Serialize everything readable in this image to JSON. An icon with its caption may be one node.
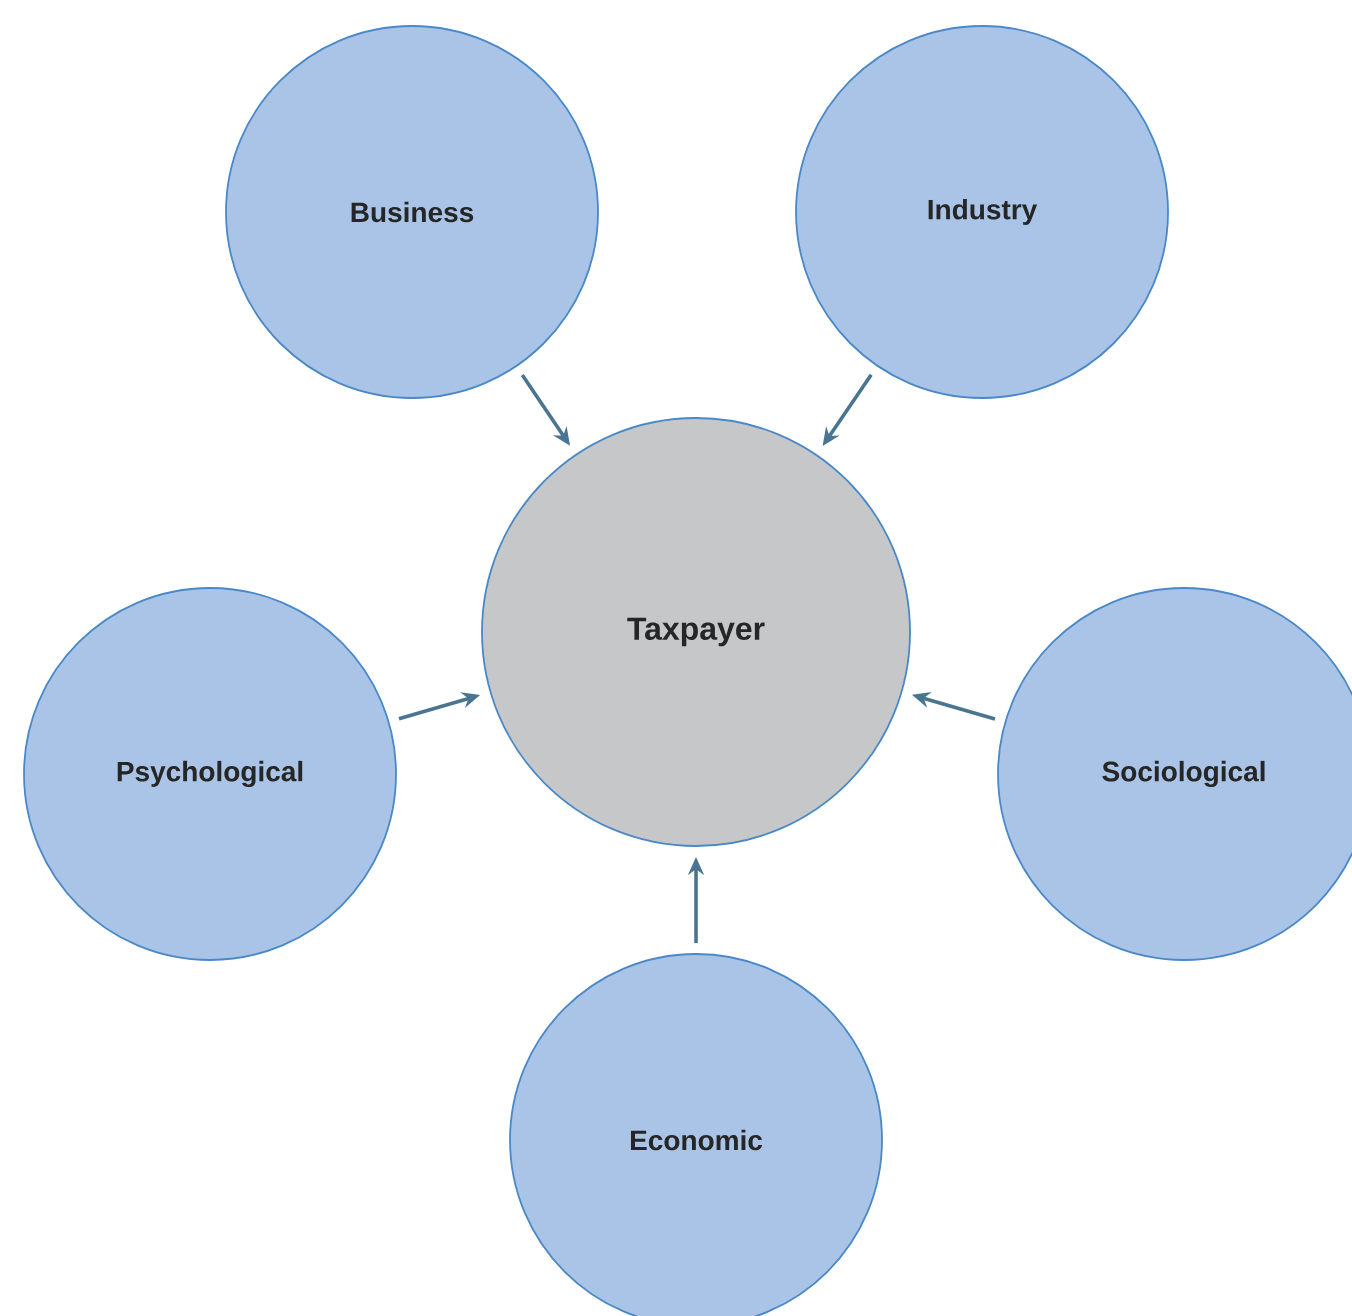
{
  "diagram": {
    "nodes": [
      {
        "text": [
          "Business"
        ]
      },
      {
        "text": [
          "Industry"
        ]
      },
      {
        "text": [
          "Taxpayer"
        ]
      },
      {
        "text": [
          "Psychological"
        ]
      },
      {
        "text": [
          "Sociological"
        ]
      },
      {
        "text": [
          "Economic"
        ]
      }
    ],
    "edges": [
      {
        "from": 0,
        "to": 2,
        "arrow": "to"
      },
      {
        "from": 1,
        "to": 2,
        "arrow": "to"
      },
      {
        "from": 3,
        "to": 2,
        "arrow": "to"
      },
      {
        "from": 4,
        "to": 2,
        "arrow": "to"
      },
      {
        "from": 5,
        "to": 2,
        "arrow": "to"
      }
    ]
  }
}
